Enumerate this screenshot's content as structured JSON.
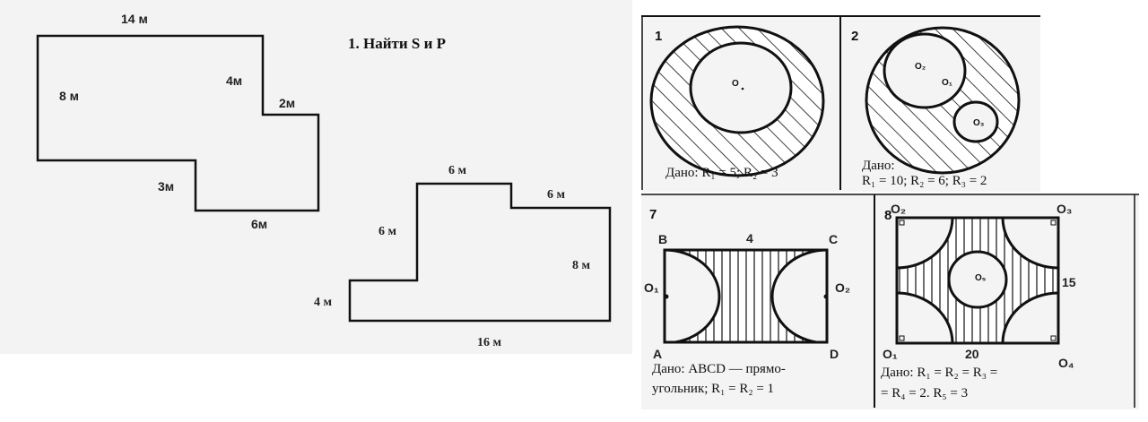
{
  "left_panel": {
    "title": "1. Найти S и P",
    "figure1_labels": [
      "14 м",
      "8 м",
      "4м",
      "2м",
      "3м",
      "6м"
    ],
    "figure2_labels": [
      "6 м",
      "6 м",
      "8 м",
      "6 м",
      "4 м",
      "16 м"
    ]
  },
  "problems": [
    {
      "number": "1",
      "points": [
        "O"
      ],
      "given": [
        "Дано:  R₁ = 5;  R₂ = 3"
      ]
    },
    {
      "number": "2",
      "points": [
        "O₂",
        "O₁",
        "O₃"
      ],
      "given": [
        "Дано:",
        "R₁ = 10;  R₂ = 6;  R₃ = 2"
      ]
    },
    {
      "number": "7",
      "points": [
        "B",
        "C",
        "A",
        "D",
        "O₁",
        "O₂"
      ],
      "dims": [
        "4"
      ],
      "given": [
        "Дано:  ABCD — прямо-",
        "угольник;  R₁ = R₂ = 1"
      ]
    },
    {
      "number": "8",
      "points": [
        "O₂",
        "O₃",
        "O₁",
        "O₄",
        "O₅"
      ],
      "dims": [
        "20",
        "15"
      ],
      "given": [
        "Дано:  R₁ = R₂ = R₃ =",
        "= R₄ = 2.  R₅ = 3"
      ]
    }
  ]
}
